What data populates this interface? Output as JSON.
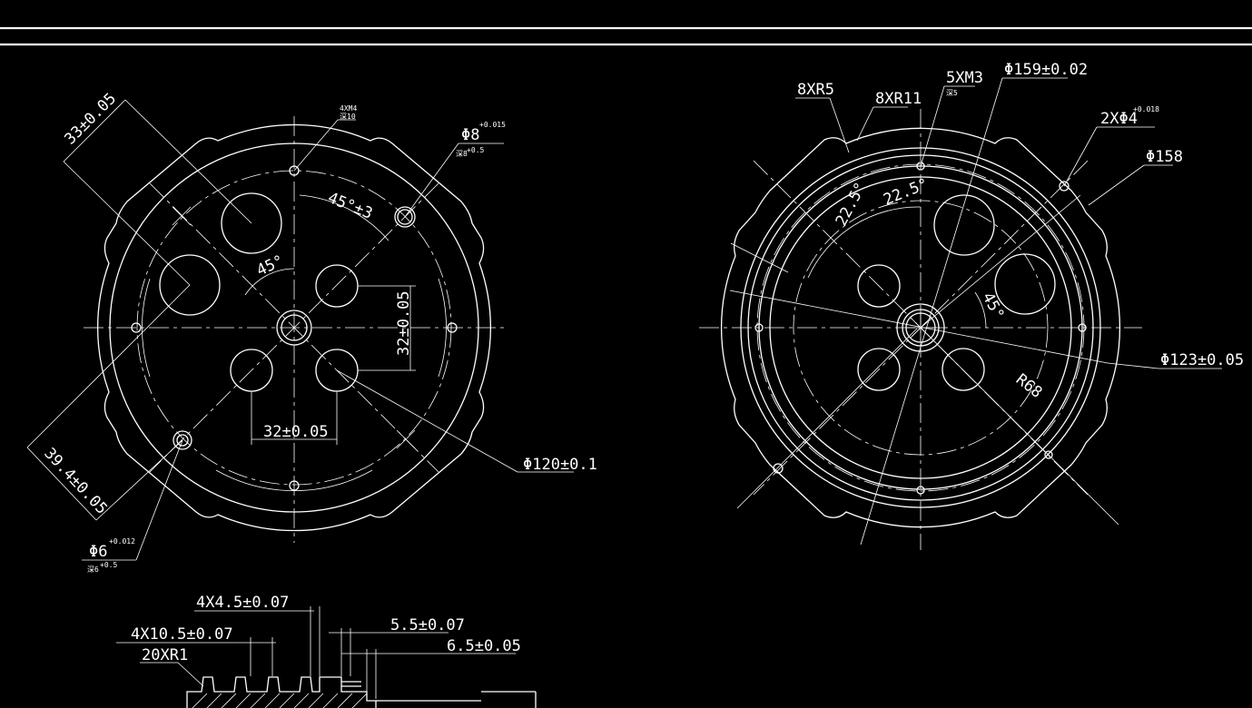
{
  "left_view": {
    "dim_33": "33±0.05",
    "dim_394": "39.4±0.05",
    "dim_45_3": "45°±3",
    "dim_45": "45°",
    "dim_32_v": "32±0.05",
    "dim_32_h": "32±0.05",
    "dia_120": "Φ120±0.1",
    "hole_tag": "4XM4",
    "hole_tag_sub": "深10",
    "dia_8": "Φ8",
    "dia_8_tol": "+0.015",
    "dia_8_sub": "深8",
    "dia_8_sub_tol": "+0.5",
    "dia_6": "Φ6",
    "dia_6_tol": "+0.012",
    "dia_6_sub": "深6",
    "dia_6_sub_tol": "+0.5"
  },
  "right_view": {
    "r5": "8XR5",
    "r11": "8XR11",
    "m3": "5XM3",
    "m3_sub": "深5",
    "dia_159": "Φ159±0.02",
    "dia_4": "2XΦ4",
    "dia_4_tol": "+0.018",
    "dia_158": "Φ158",
    "ang_225a": "22.5°",
    "ang_225b": "22.5°",
    "ang_45": "45°",
    "dia_123": "Φ123±0.05",
    "r68": "R68"
  },
  "section_view": {
    "dim_44": "4X4.5±0.07",
    "dim_105": "4X10.5±0.07",
    "r1": "20XR1",
    "dim_55": "5.5±0.07",
    "dim_65": "6.5±0.05"
  }
}
